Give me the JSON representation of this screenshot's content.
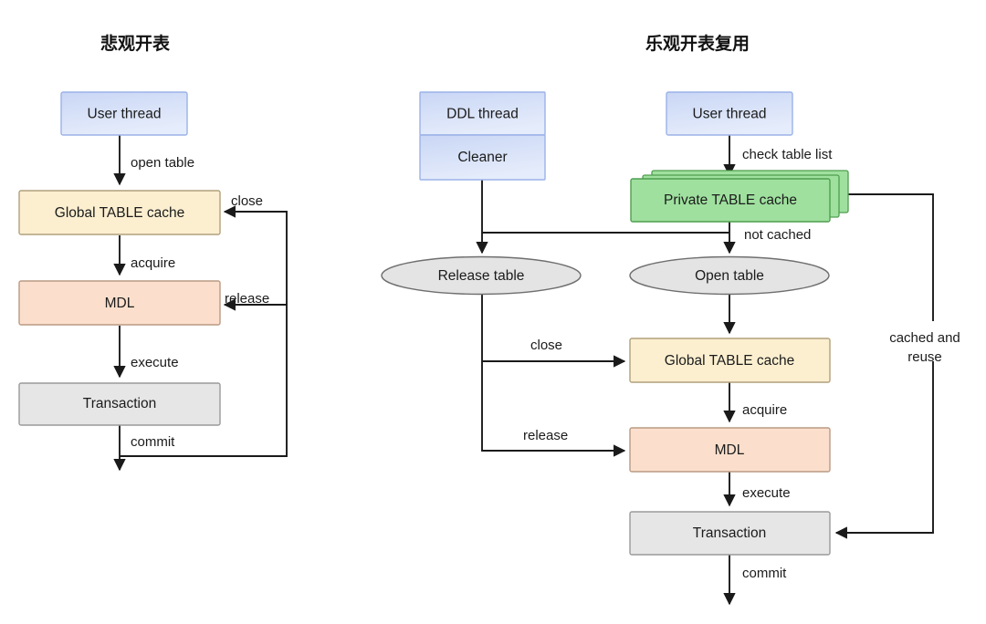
{
  "titles": {
    "left": "悲观开表",
    "right": "乐观开表复用"
  },
  "colors": {
    "thread_fill": "#d3dcf7",
    "thread_stroke": "#9bb2e8",
    "global_cache_fill": "#fcefd0",
    "global_cache_stroke": "#b0a07c",
    "mdl_fill": "#fbdfcc",
    "mdl_stroke": "#b99a84",
    "transaction_fill": "#e6e6e6",
    "transaction_stroke": "#9a9a9a",
    "private_cache_fill": "#9fe09f",
    "private_cache_stroke": "#4f9e4f",
    "ellipse_fill": "#e4e4e4",
    "ellipse_stroke": "#6f6f6f",
    "line": "#1a1a1a"
  },
  "left_panel": {
    "nodes": {
      "user_thread": "User thread",
      "global_table_cache": "Global TABLE cache",
      "mdl": "MDL",
      "transaction": "Transaction"
    },
    "edges": {
      "open_table": "open table",
      "acquire": "acquire",
      "execute": "execute",
      "commit": "commit",
      "close": "close",
      "release": "release"
    }
  },
  "right_panel": {
    "nodes": {
      "ddl_thread": "DDL thread",
      "cleaner": "Cleaner",
      "user_thread": "User thread",
      "private_table_cache": "Private TABLE cache",
      "release_table": "Release table",
      "open_table": "Open table",
      "global_table_cache": "Global TABLE cache",
      "mdl": "MDL",
      "transaction": "Transaction"
    },
    "edges": {
      "check_table_list": "check table list",
      "not_cached": "not cached",
      "close": "close",
      "release": "release",
      "acquire": "acquire",
      "execute": "execute",
      "commit": "commit",
      "cached_and_reuse_line1": "cached and",
      "cached_and_reuse_line2": "reuse"
    }
  }
}
